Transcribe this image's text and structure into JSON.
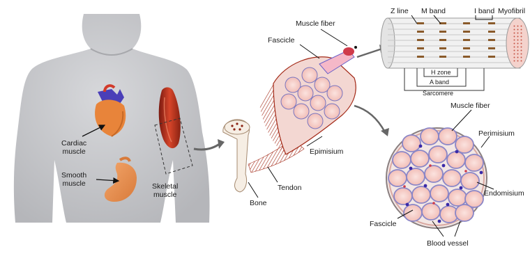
{
  "labels": {
    "cardiac": "Cardiac\nmuscle",
    "smooth": "Smooth\nmuscle",
    "skeletal": "Skeletal\nmuscle",
    "muscle_fiber_top": "Muscle fiber",
    "fascicle_top": "Fascicle",
    "epimisium": "Epimisium",
    "tendon": "Tendon",
    "bone": "Bone",
    "z_line": "Z line",
    "m_band": "M band",
    "i_band": "I band",
    "myofibril": "Myofibril",
    "h_zone": "H zone",
    "a_band": "A band",
    "sarcomere": "Sarcomere",
    "muscle_fiber_cs": "Muscle fiber",
    "perimisium": "Perimisium",
    "endomisium": "Endomisium",
    "fascicle_cs": "Fascicle",
    "blood_vessel": "Blood vessel"
  },
  "colors": {
    "body": "#c8c9cc",
    "muscle": "#b8321f",
    "fiber_fill": "#f5c9c4",
    "membrane": "#8a86c7",
    "vessel": "#3a2aa8",
    "band_dark": "#8a5a2a"
  }
}
